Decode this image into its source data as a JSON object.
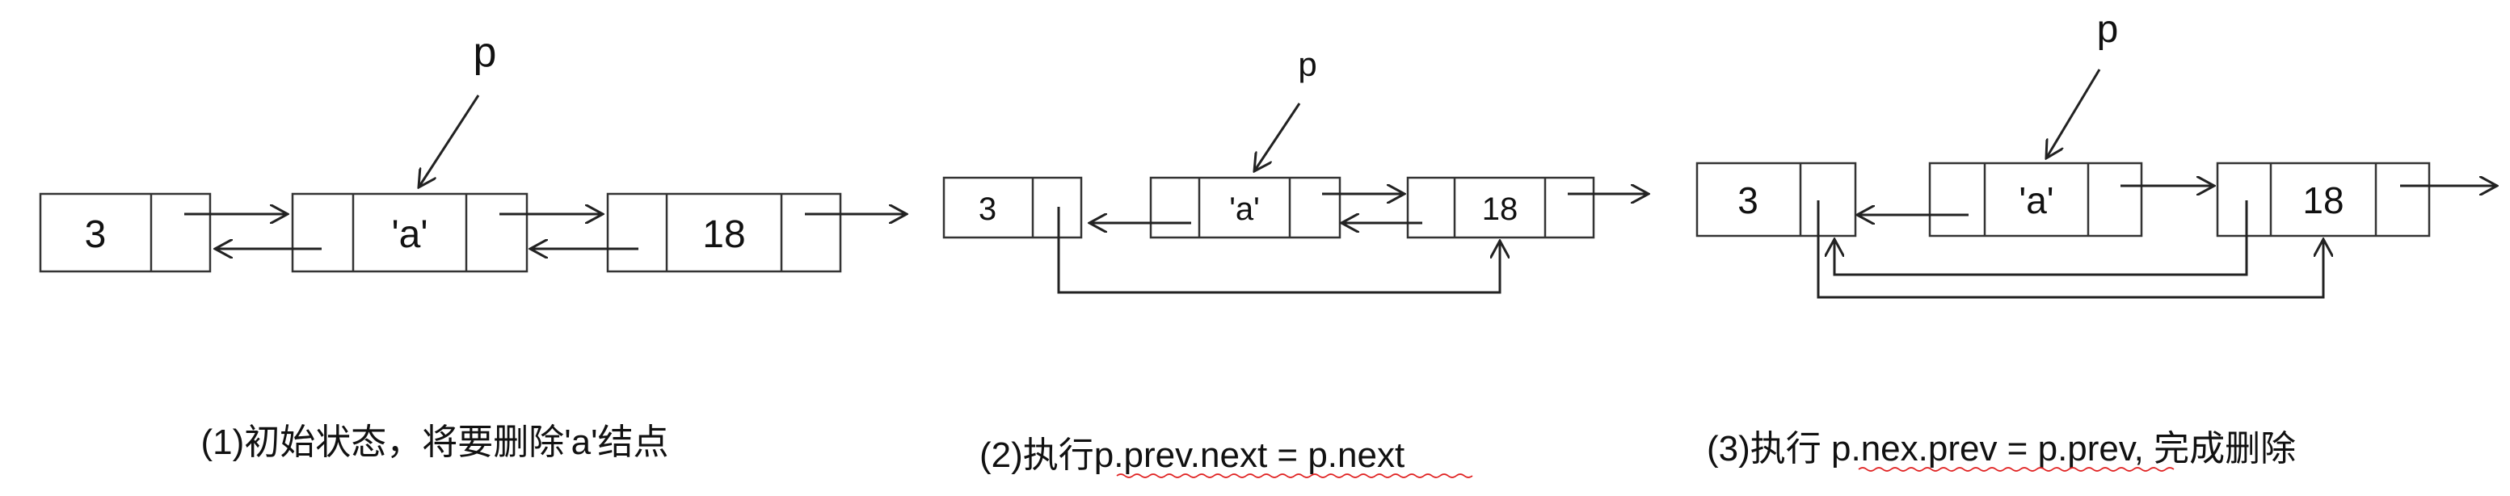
{
  "panels": [
    {
      "pointer_label": "p",
      "nodes": [
        "3",
        "'a'",
        "18"
      ],
      "caption": "(1)初始状态，将要删除'a'结点"
    },
    {
      "pointer_label": "p",
      "nodes": [
        "3",
        "'a'",
        "18"
      ],
      "caption_prefix": "(2)执行",
      "caption_code": "p.prev.next = p.next"
    },
    {
      "pointer_label": "p",
      "nodes": [
        "3",
        "'a'",
        "18"
      ],
      "caption_prefix": "(3)执行 ",
      "caption_code": "p.nex.prev = p.prev",
      "caption_suffix": ", 完成删除"
    }
  ],
  "colors": {
    "stroke": "#333333",
    "text": "#111111",
    "spellcheck_underline": "#e02020"
  }
}
